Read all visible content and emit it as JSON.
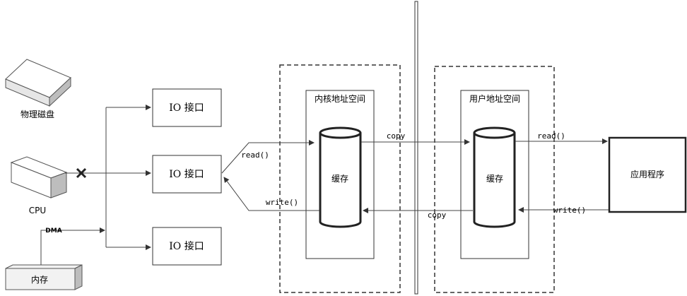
{
  "devices": {
    "disk_label": "物理磁盘",
    "cpu_label": "CPU",
    "memory_label": "内存",
    "dma_label": "DMA"
  },
  "io_interfaces": [
    {
      "label": "IO 接口"
    },
    {
      "label": "IO 接口"
    },
    {
      "label": "IO 接口"
    }
  ],
  "kernel_space": {
    "title": "内核地址空间",
    "buffer_label": "缓存"
  },
  "user_space": {
    "title": "用户地址空间",
    "buffer_label": "缓存"
  },
  "application": {
    "label": "应用程序"
  },
  "arrows": {
    "read_io_to_kernel": "read()",
    "write_kernel_to_io": "write()",
    "copy_kernel_to_user": "copy",
    "copy_user_to_kernel": "copy",
    "read_user_to_app": "read()",
    "write_app_to_user": "write()"
  },
  "colors": {
    "line": "#444444",
    "box_border": "#333333",
    "dashed_border": "#333333",
    "device_fill": "#f2f2f2"
  }
}
